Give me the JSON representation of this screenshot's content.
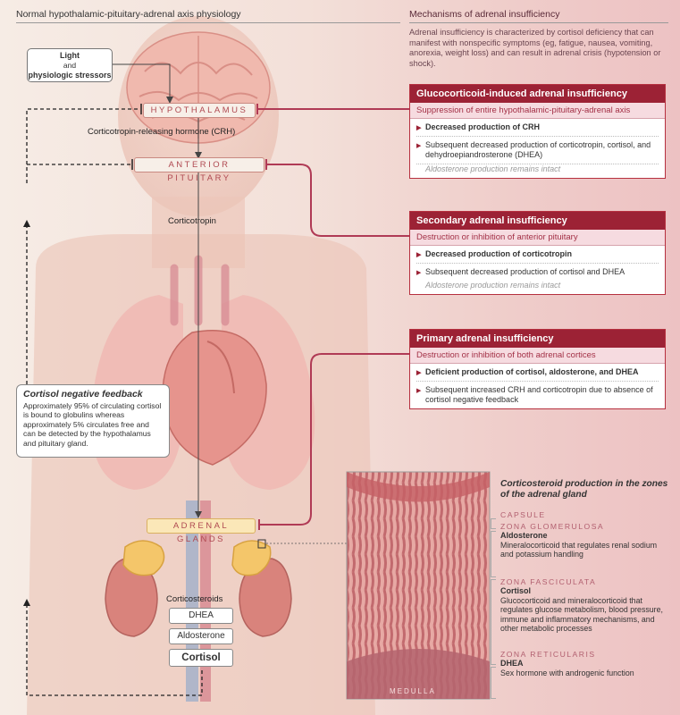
{
  "header": {
    "left_title": "Normal hypothalamic-pituitary-adrenal axis physiology",
    "right_title": "Mechanisms of adrenal insufficiency",
    "intro": "Adrenal insufficiency is characterized by cortisol deficiency that can manifest with nonspecific symptoms (eg, fatigue, nausea, vomiting, anorexia, weight loss) and can result in adrenal crisis (hypotension or shock)."
  },
  "stressors": {
    "line1": "Light",
    "line2": "and",
    "line3": "physiologic stressors"
  },
  "axis": {
    "hypothalamus": "HYPOTHALAMUS",
    "crh_label": "Corticotropin-releasing hormone (CRH)",
    "anterior_pituitary": "ANTERIOR PITUITARY",
    "corticotropin_label": "Corticotropin",
    "adrenal_glands": "ADRENAL GLANDS",
    "corticosteroids_label": "Corticosteroids",
    "hormones": [
      "DHEA",
      "Aldosterone",
      "Cortisol"
    ]
  },
  "feedback": {
    "title": "Cortisol negative feedback",
    "text": "Approximately 95% of circulating cortisol is bound to globulins whereas approximately 5% circulates free and can be detected by the hypothalamus and pituitary gland."
  },
  "cards": [
    {
      "title": "Glucocorticoid-induced adrenal insufficiency",
      "subtitle": "Suppression of entire hypothalamic-pituitary-adrenal axis",
      "items": [
        {
          "text": "Decreased production of CRH",
          "bold": true
        },
        {
          "text": "Subsequent decreased production of corticotropin, cortisol, and dehydroepiandrosterone (DHEA)",
          "bold": false,
          "note": "Aldosterone production remains intact"
        }
      ]
    },
    {
      "title": "Secondary adrenal insufficiency",
      "subtitle": "Destruction or inhibition of anterior pituitary",
      "items": [
        {
          "text": "Decreased production of corticotropin",
          "bold": true
        },
        {
          "text": "Subsequent decreased production of cortisol and DHEA",
          "bold": false,
          "note": "Aldosterone production remains intact"
        }
      ]
    },
    {
      "title": "Primary adrenal insufficiency",
      "subtitle": "Destruction or inhibition of both adrenal cortices",
      "items": [
        {
          "text": "Deficient production of cortisol, aldosterone, and DHEA",
          "bold": true
        },
        {
          "text": "Subsequent increased CRH and corticotropin due to absence of cortisol negative feedback",
          "bold": false
        }
      ]
    }
  ],
  "zones": {
    "title": "Corticosteroid production in the zones of the adrenal gland",
    "capsule": "CAPSULE",
    "glomerulosa": {
      "name": "ZONA GLOMERULOSA",
      "hormone": "Aldosterone",
      "desc": "Mineralocorticoid that regulates renal sodium and potassium handling"
    },
    "fasciculata": {
      "name": "ZONA FASCICULATA",
      "hormone": "Cortisol",
      "desc": "Glucocorticoid and mineralocorticoid that regulates glucose metabolism, blood pressure, immune and inflammatory mechanisms, and other metabolic processes"
    },
    "reticularis": {
      "name": "ZONA RETICULARIS",
      "hormone": "DHEA",
      "desc": "Sex hormone with androgenic function"
    },
    "medulla": "MEDULLA"
  },
  "colors": {
    "accent": "#9c2235",
    "inhibit_line": "#b03a55",
    "pill_text": "#b04a52"
  }
}
